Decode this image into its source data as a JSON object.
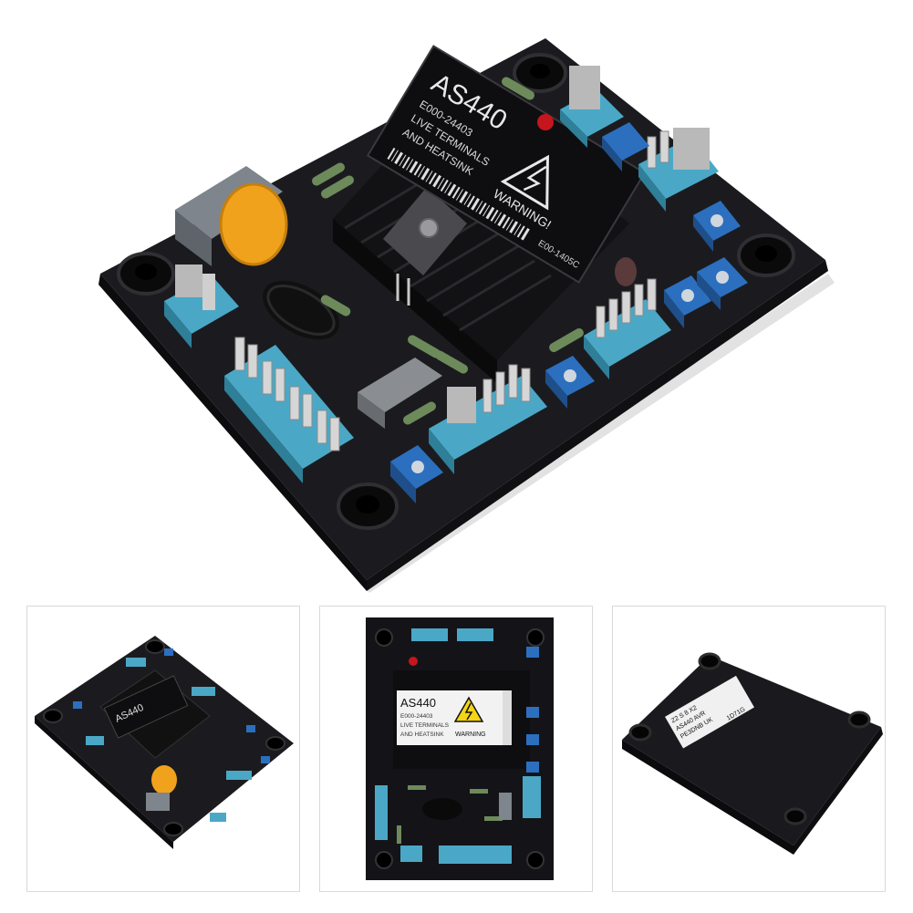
{
  "product": {
    "model": "AS440",
    "part_number": "E000-24403",
    "warning_line1": "LIVE TERMINALS",
    "warning_line2": "AND HEATSINK",
    "warning_word": "WARNING!",
    "label_code": "E00-1405C"
  },
  "thumbnails": [
    {
      "model": "AS440"
    },
    {
      "model": "AS440",
      "part_number": "E000-24403",
      "warning_line1": "LIVE TERMINALS",
      "warning_line2": "AND HEATSINK",
      "warning_word": "WARNING"
    },
    {
      "terminals": "Z2 S 8 X2",
      "rating": "AS440 AVR",
      "origin": "PE3DNB UK",
      "code": "1D71G"
    }
  ]
}
